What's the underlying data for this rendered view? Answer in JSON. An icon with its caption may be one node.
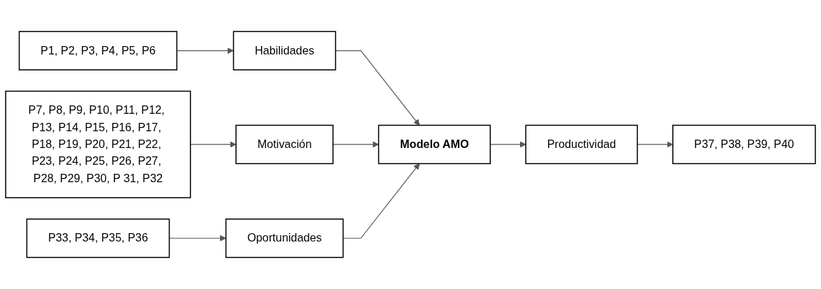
{
  "diagram": {
    "nodes": [
      {
        "text": [
          "P1, P2, P3, P4, P5, P6"
        ]
      },
      {
        "text": [
          "Habilidades"
        ]
      },
      {
        "text": [
          "P7, P8, P9, P10, P11, P12, P13, P14, P15, P16, P17, P18, P19, P20, P21, P22, P23, P24, P25, P26, P27, P28, P29, P30, P 31, P32"
        ]
      },
      {
        "text": [
          "Motivación"
        ]
      },
      {
        "text": [
          "P33, P34, P35, P36"
        ]
      },
      {
        "text": [
          "Oportunidades"
        ]
      },
      {
        "text": [
          "Modelo AMO"
        ]
      },
      {
        "text": [
          "Productividad"
        ]
      },
      {
        "text": [
          "P37, P38, P39, P40"
        ]
      }
    ],
    "edges": [
      {
        "from": 0,
        "to": 1,
        "arrow": "to"
      },
      {
        "from": 2,
        "to": 3,
        "arrow": "to"
      },
      {
        "from": 4,
        "to": 5,
        "arrow": "to"
      },
      {
        "from": 1,
        "to": 6,
        "arrow": "to"
      },
      {
        "from": 3,
        "to": 6,
        "arrow": "to"
      },
      {
        "from": 5,
        "to": 6,
        "arrow": "to"
      },
      {
        "from": 6,
        "to": 7,
        "arrow": "to"
      },
      {
        "from": 7,
        "to": 8,
        "arrow": "to"
      }
    ]
  }
}
